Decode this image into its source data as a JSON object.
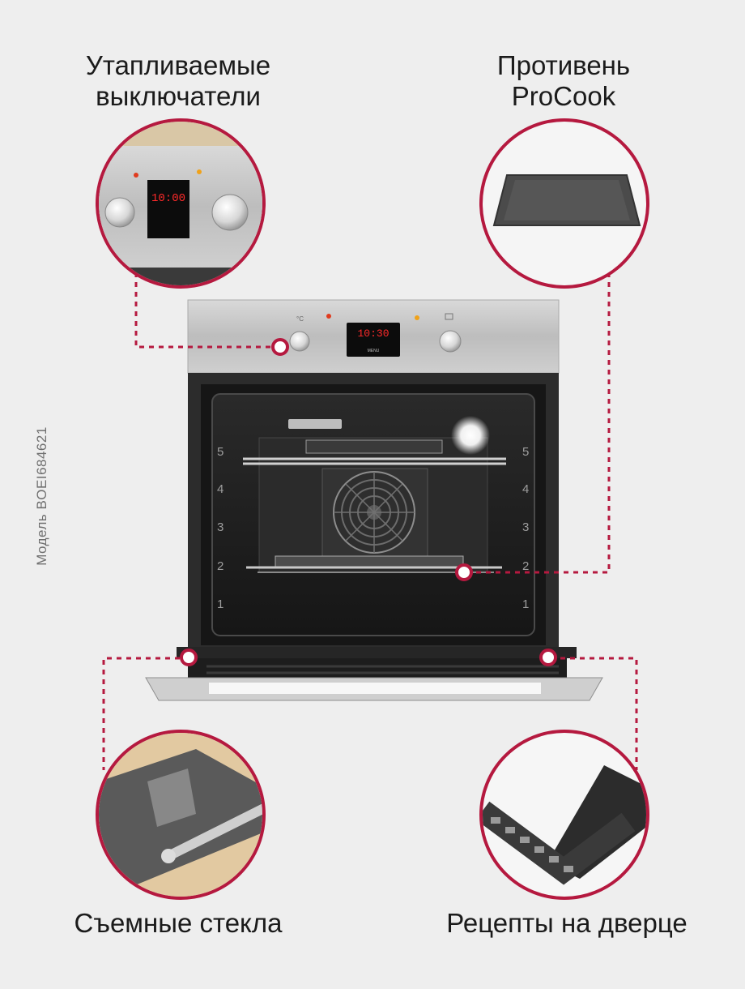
{
  "features": {
    "top_left": {
      "line1": "Утапливаемые",
      "line2": "выключатели"
    },
    "top_right": {
      "line1": "Противень",
      "line2": "ProCook"
    },
    "bottom_left": "Съемные стекла",
    "bottom_right": "Рецепты на дверце"
  },
  "model_label": "Модель BOEI684621",
  "oven": {
    "display_time": "10:30",
    "zoom_display_time": "10:00",
    "temp_symbol": "°C",
    "menu_label": "MENU",
    "shelf_levels": [
      "5",
      "4",
      "3",
      "2",
      "1"
    ]
  },
  "colors": {
    "accent": "#b5193f",
    "display_red": "#ff2a2a"
  }
}
